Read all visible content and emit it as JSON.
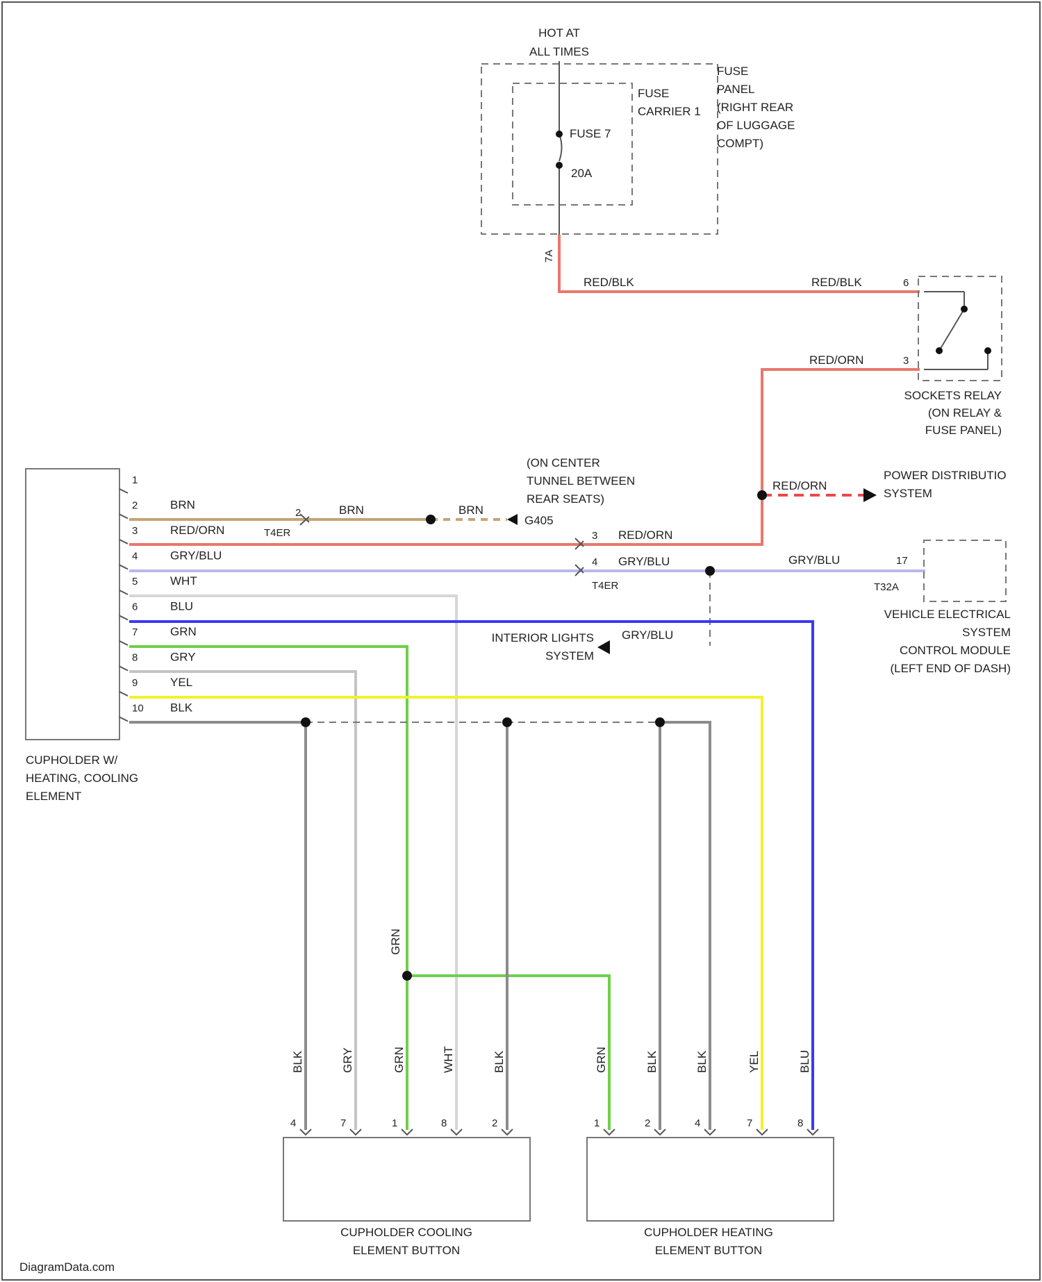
{
  "fuse_panel": {
    "hot": [
      "HOT AT",
      "ALL TIMES"
    ],
    "fuse_name": "FUSE 7",
    "fuse_rating": "20A",
    "carrier": [
      "FUSE",
      "CARRIER 1"
    ],
    "panel": [
      "FUSE",
      "PANEL",
      "(RIGHT REAR",
      "OF LUGGAGE",
      "COMPT)"
    ],
    "out_pin": "7A"
  },
  "relay": {
    "name": [
      "SOCKETS RELAY",
      "(ON RELAY &",
      "FUSE PANEL)"
    ],
    "pin_in": "6",
    "pin_out": "3",
    "wire_in": "RED/BLK",
    "wire_out": "RED/ORN"
  },
  "element": {
    "name": [
      "CUPHOLDER W/",
      "HEATING, COOLING",
      "ELEMENT"
    ],
    "pins": [
      {
        "n": "1",
        "wire": ""
      },
      {
        "n": "2",
        "wire": "BRN"
      },
      {
        "n": "3",
        "wire": "RED/ORN"
      },
      {
        "n": "4",
        "wire": "GRY/BLU"
      },
      {
        "n": "5",
        "wire": "WHT"
      },
      {
        "n": "6",
        "wire": "BLU"
      },
      {
        "n": "7",
        "wire": "GRN"
      },
      {
        "n": "8",
        "wire": "GRY"
      },
      {
        "n": "9",
        "wire": "YEL"
      },
      {
        "n": "10",
        "wire": "BLK"
      }
    ]
  },
  "ground": {
    "location": [
      "(ON CENTER",
      "TUNNEL BETWEEN",
      "REAR SEATS)"
    ],
    "ground_id": "G405",
    "connector": "T4ER",
    "pin": "2",
    "wire": "BRN"
  },
  "inline_connector": {
    "name": "T4ER",
    "pin3": "3",
    "pin4": "4",
    "wire3": "RED/ORN",
    "wire4": "GRY/BLU"
  },
  "power_dist": {
    "label": [
      "POWER DISTRIBUTIO",
      "SYSTEM"
    ],
    "wire": "RED/ORN"
  },
  "interior_lights": {
    "label": [
      "INTERIOR LIGHTS",
      "SYSTEM"
    ],
    "wire": "GRY/BLU"
  },
  "vecm": {
    "name": [
      "VEHICLE ELECTRICAL",
      "SYSTEM",
      "CONTROL MODULE",
      "(LEFT END OF DASH)"
    ],
    "pin": "17",
    "connector": "T32A",
    "wire": "GRY/BLU"
  },
  "vertical_label": "GRN",
  "cooling_button": {
    "name": [
      "CUPHOLDER COOLING",
      "ELEMENT BUTTON"
    ],
    "wires": [
      "BLK",
      "GRY",
      "GRN",
      "WHT",
      "BLK"
    ],
    "pins": [
      "4",
      "7",
      "1",
      "8",
      "2"
    ]
  },
  "heating_button": {
    "name": [
      "CUPHOLDER HEATING",
      "ELEMENT BUTTON"
    ],
    "wires": [
      "GRN",
      "BLK",
      "BLK",
      "YEL",
      "BLU"
    ],
    "pins": [
      "1",
      "2",
      "4",
      "7",
      "8"
    ]
  },
  "footer": "DiagramData.com",
  "colors": {
    "red": "#e8776b",
    "brown": "#c8a275",
    "lavender": "#b9b9ee",
    "blue": "#3a3af0",
    "green": "#6fcf4a",
    "yellow": "#f2f22a",
    "gray": "#8c8c8c",
    "white_wire": "#d6d6d6",
    "light_gray": "#c4c4c4"
  }
}
